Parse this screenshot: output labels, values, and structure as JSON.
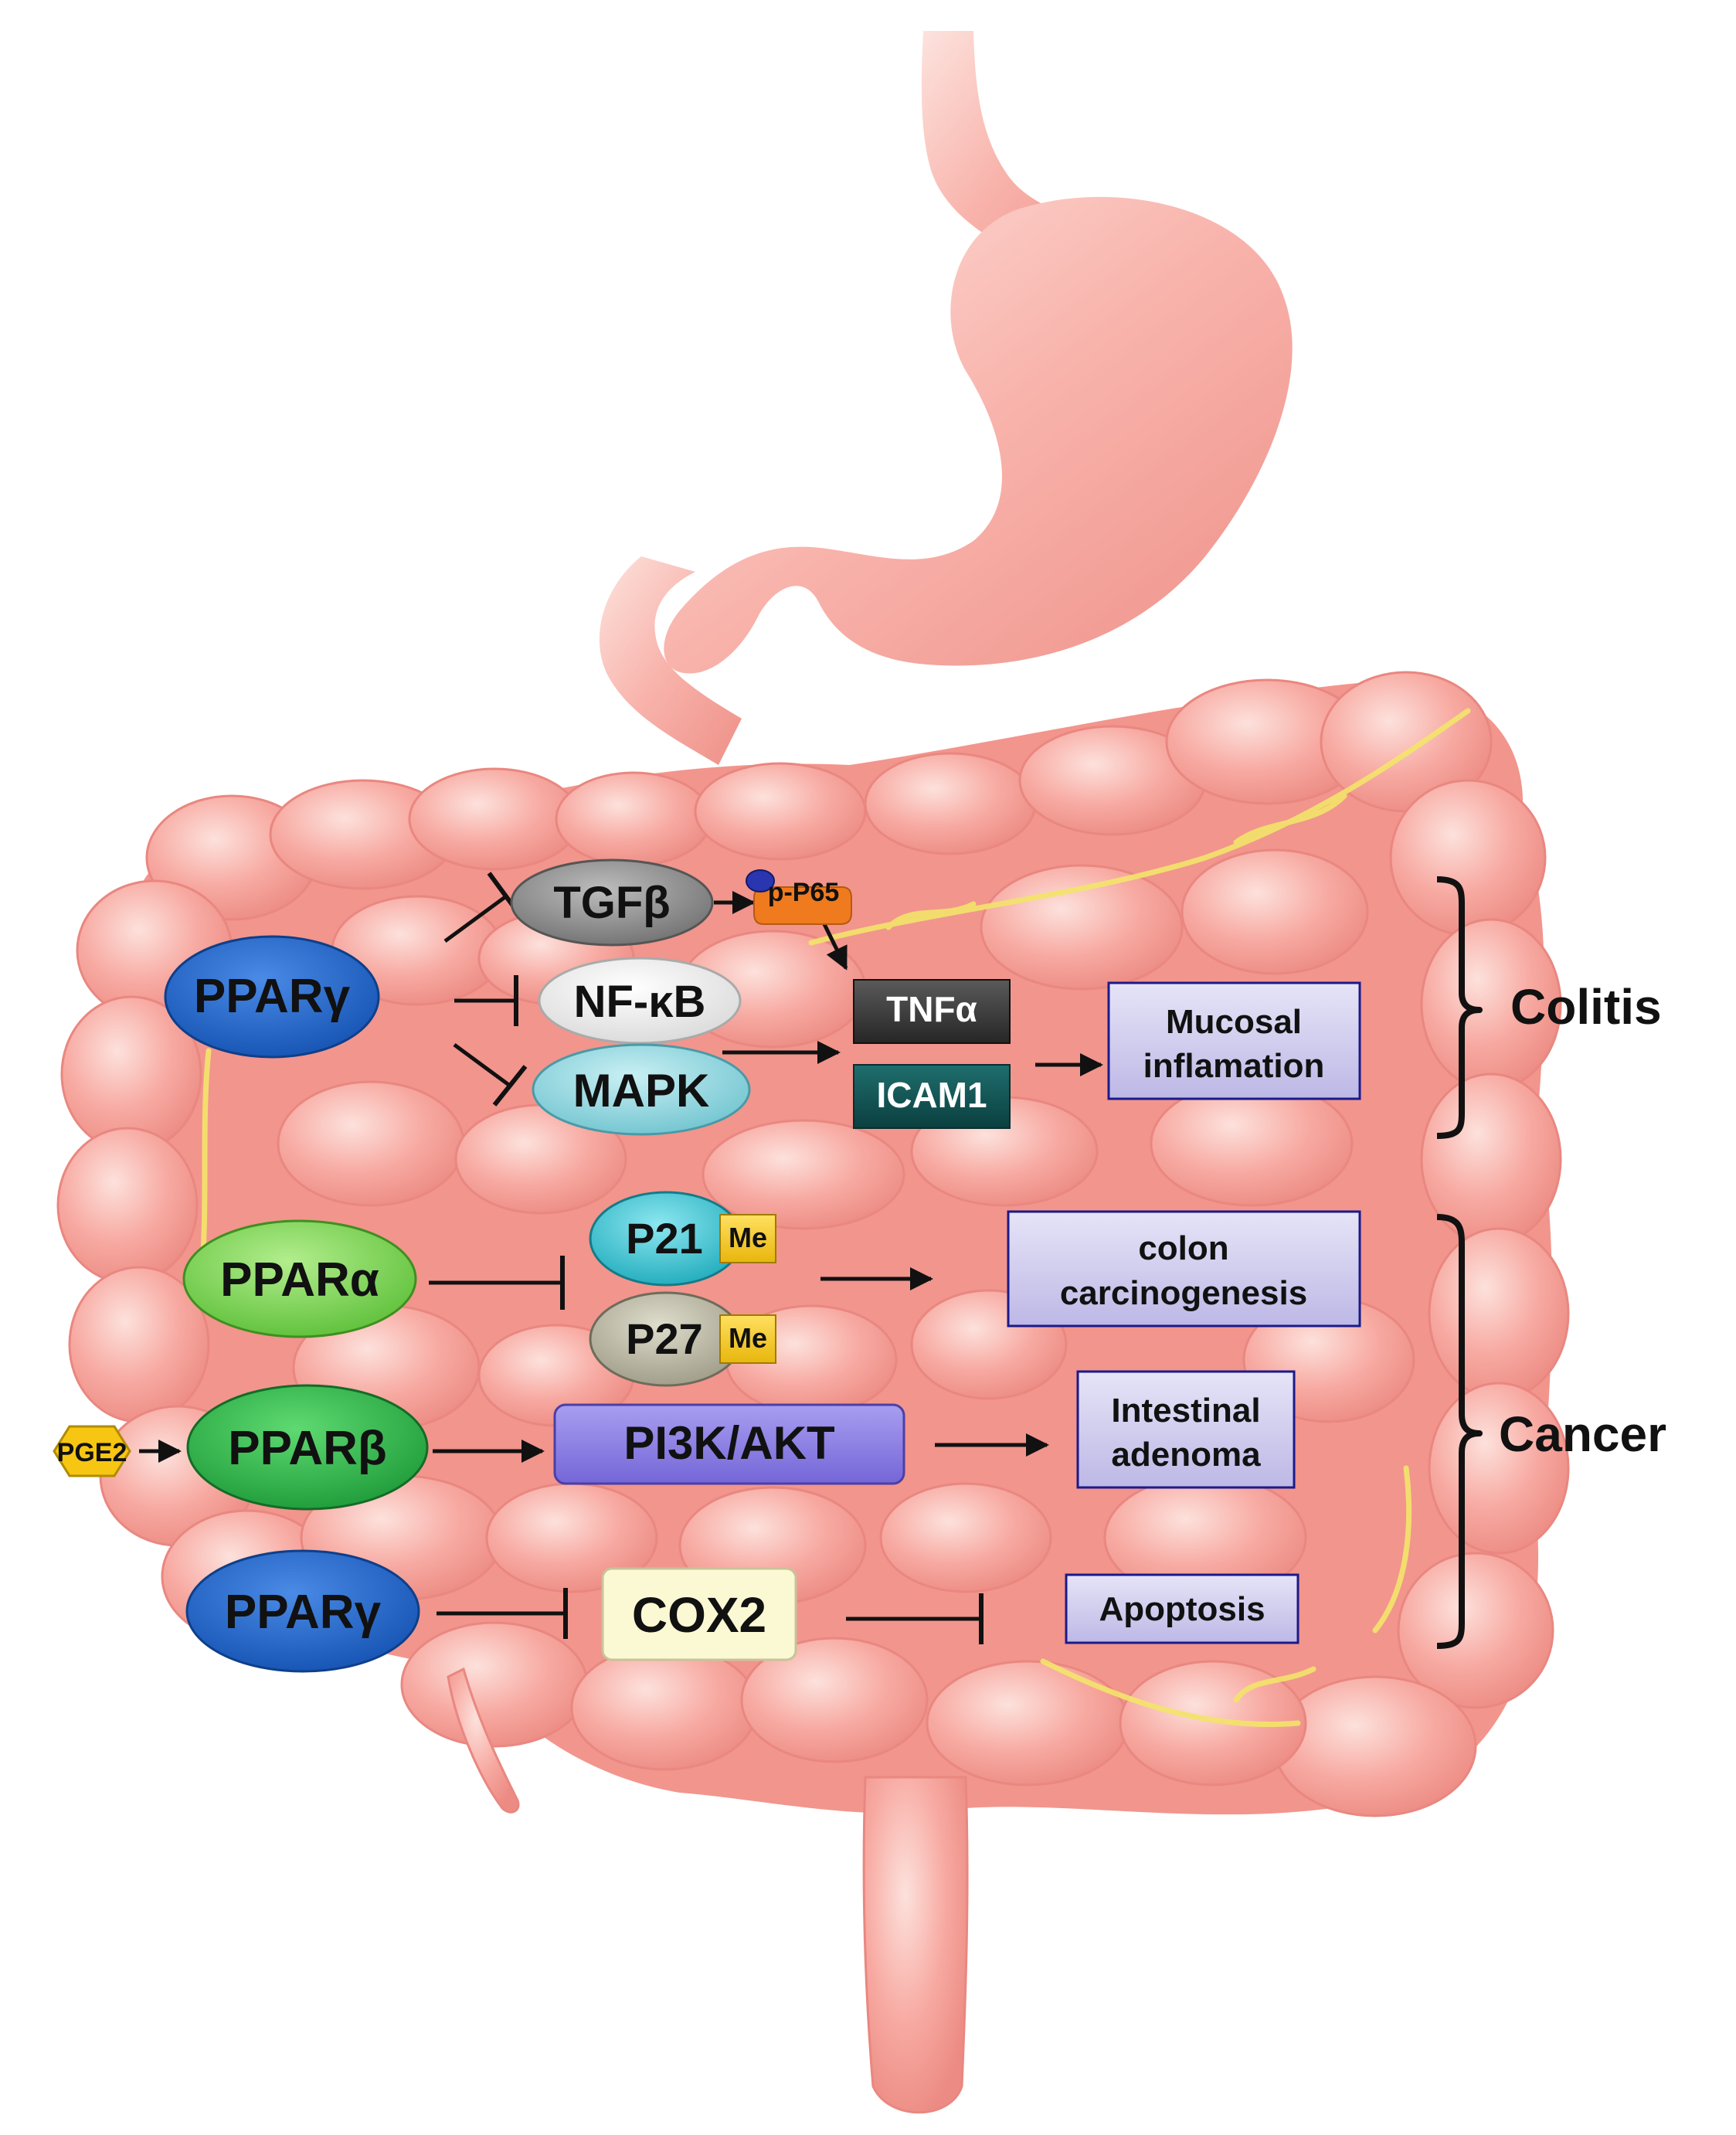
{
  "colors": {
    "tissue": "#f7a7a0",
    "tissue_light": "#fcd0ca",
    "tissue_dark": "#e67e78",
    "fat_vein": "#f3e46a",
    "ppar_gamma": "#1f63c8",
    "ppar_alpha": "#7ed957",
    "ppar_beta": "#2fb84b",
    "tgfb": "#8a8a8a",
    "nfkb": "#f2f2f2",
    "mapk": "#8fd4dd",
    "p65": "#f07a1e",
    "phospho": "#2a35b0",
    "tnfa": "#333333",
    "icam1": "#0f4f4f",
    "outcome_box": "#ccc8ec",
    "p21": "#2fc6d6",
    "p27": "#b9b7a2",
    "me": "#f3c519",
    "pi3k": "#8a7de6",
    "cox2": "#fbf9d4",
    "pge2": "#f7c613"
  },
  "nodes": {
    "ppar_gamma_1": "PPARγ",
    "tgfb": "TGFβ",
    "p_p65": "p-P65",
    "nfkb": "NF-κB",
    "mapk": "MAPK",
    "tnfa": "TNFα",
    "icam1": "ICAM1",
    "mucosal_inflammation": [
      "Mucosal",
      "inflamation"
    ],
    "ppar_alpha": "PPARα",
    "p21": "P21",
    "p21_me": "Me",
    "p27": "P27",
    "p27_me": "Me",
    "colon_carcinogenesis": [
      "colon",
      "carcinogenesis"
    ],
    "pge2": "PGE2",
    "ppar_beta": "PPARβ",
    "pi3k_akt": "PI3K/AKT",
    "intestinal_adenoma": [
      "Intestinal",
      "adenoma"
    ],
    "ppar_gamma_2": "PPARγ",
    "cox2": "COX2",
    "apoptosis": "Apoptosis"
  },
  "groups": {
    "colitis": "Colitis",
    "cancer": "Cancer"
  }
}
